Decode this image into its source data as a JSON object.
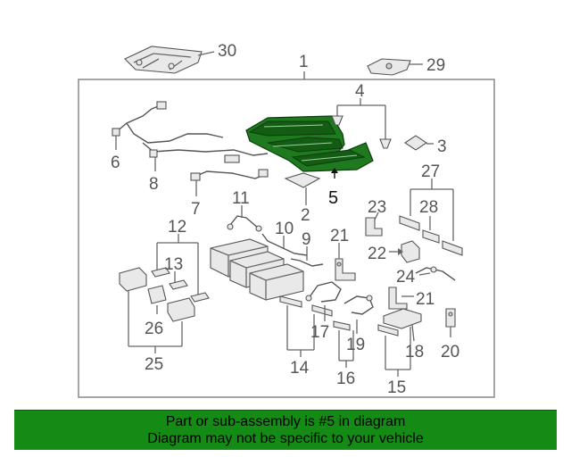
{
  "diagram": {
    "callouts": {
      "c1": "1",
      "c2": "2",
      "c3": "3",
      "c4": "4",
      "c5": "5",
      "c6": "6",
      "c7": "7",
      "c8": "8",
      "c9": "9",
      "c10": "10",
      "c11": "11",
      "c12": "12",
      "c13": "13",
      "c14": "14",
      "c15": "15",
      "c16": "16",
      "c17": "17",
      "c18": "18",
      "c19": "19",
      "c20": "20",
      "c21a": "21",
      "c21b": "21",
      "c22": "22",
      "c23": "23",
      "c24": "24",
      "c25": "25",
      "c26": "26",
      "c27": "27",
      "c28": "28",
      "c29": "29",
      "c30": "30"
    },
    "highlight_part": "5",
    "highlight_color": "#1f7a1f"
  },
  "banner": {
    "line1": "Part or sub-assembly is #5 in diagram",
    "line2": "Diagram may not be specific to your vehicle",
    "background_color": "#148b14"
  }
}
